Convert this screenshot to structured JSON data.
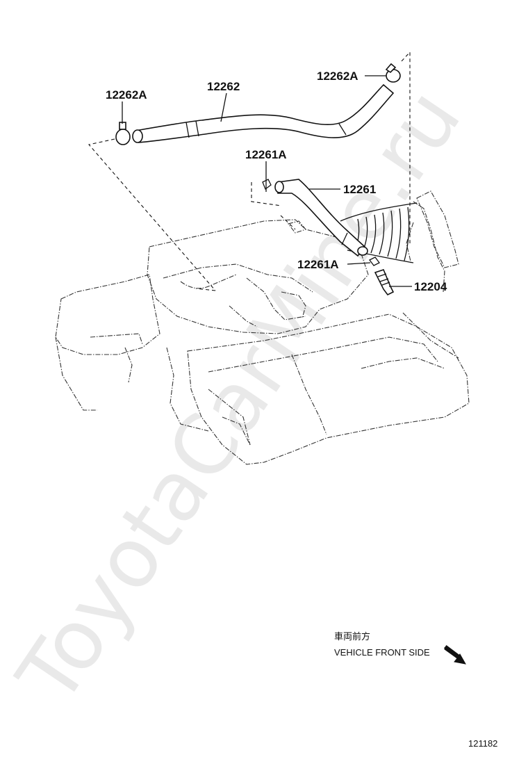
{
  "watermark": "ToyotaCarMine.ru",
  "callouts": {
    "c_12262A_left": "12262A",
    "c_12262": "12262",
    "c_12262A_right": "12262A",
    "c_12261A_top": "12261A",
    "c_12261": "12261",
    "c_12261A_lower": "12261A",
    "c_12204": "12204"
  },
  "direction_note": {
    "line_jp": "車両前方",
    "line_en": "VEHICLE FRONT SIDE"
  },
  "figure_number": "121182"
}
